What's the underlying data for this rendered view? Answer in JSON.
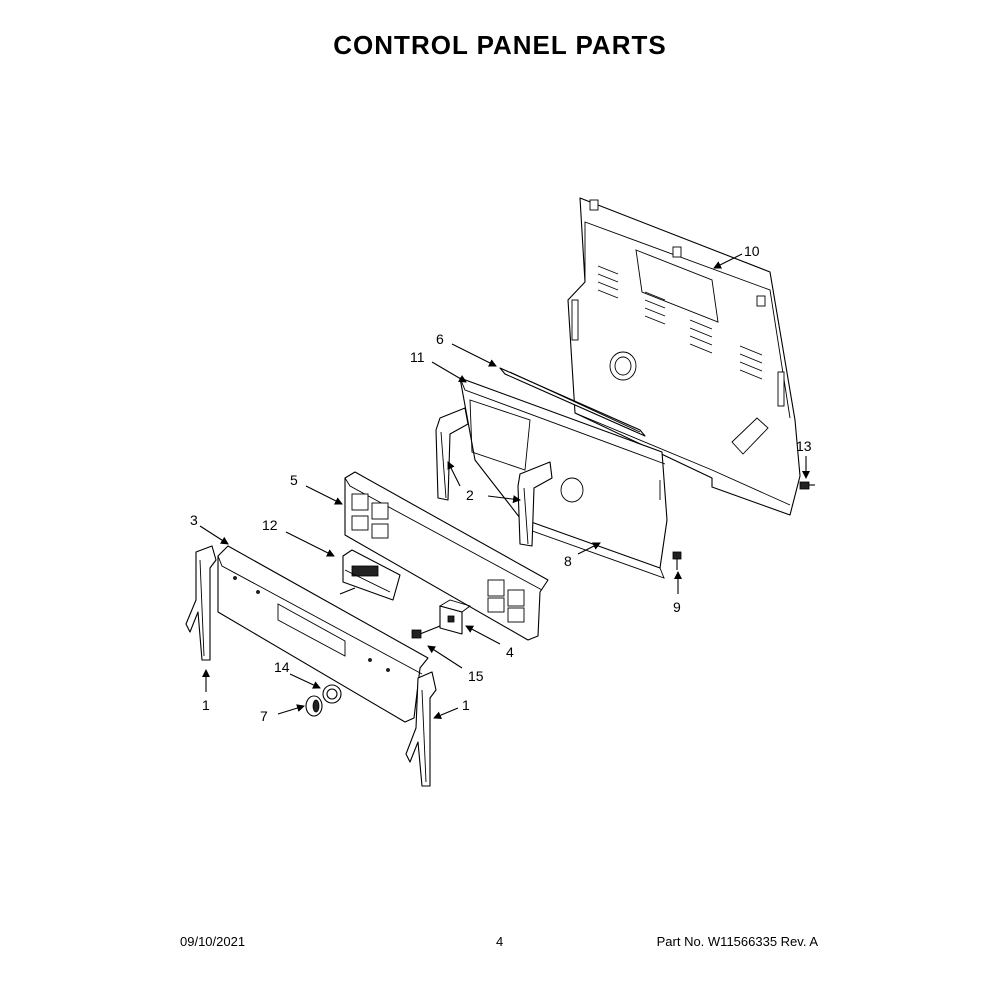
{
  "title": "CONTROL PANEL PARTS",
  "footer": {
    "date": "09/10/2021",
    "page": "4",
    "part_no": "Part No.  W11566335  Rev.  A"
  },
  "callouts": {
    "c10": "10",
    "c6": "6",
    "c11": "11",
    "c13": "13",
    "c5": "5",
    "c2": "2",
    "c3": "3",
    "c12": "12",
    "c8": "8",
    "c9": "9",
    "c4": "4",
    "c15": "15",
    "c14": "14",
    "c1_left": "1",
    "c1_right": "1",
    "c7": "7"
  }
}
